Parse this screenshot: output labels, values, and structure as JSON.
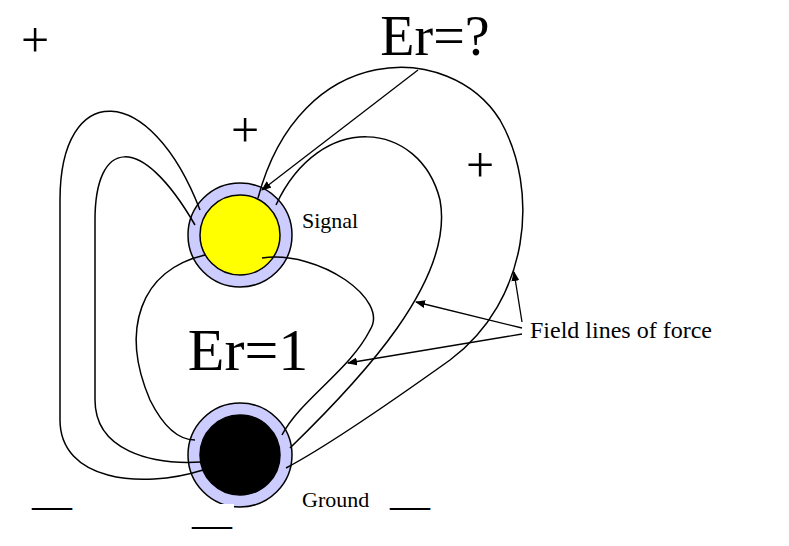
{
  "diagram": {
    "labels": [
      "Er=?",
      "+",
      "+",
      "+",
      "Signal",
      "Er=1",
      "Field lines of force",
      "Ground",
      "—",
      "—",
      "—"
    ]
  }
}
